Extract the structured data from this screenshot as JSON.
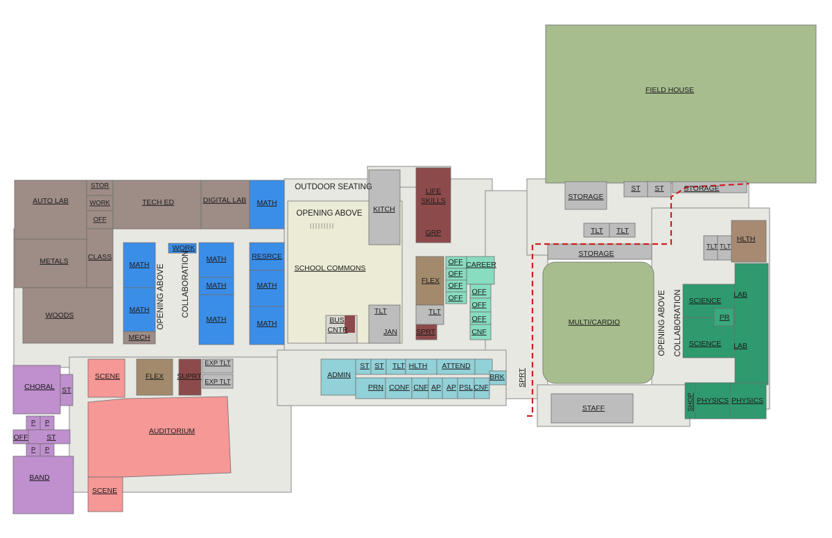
{
  "colors": {
    "corridor": "#e7e8e2",
    "commons": "#ecebd6",
    "tech_ed": "#9e8c86",
    "math": "#3b8ee8",
    "flex": "#a38a6c",
    "support": "#8d4a4a",
    "student_services": "#88dcc0",
    "admin": "#92d1d8",
    "arts": "#f59896",
    "music": "#bf8fce",
    "science": "#2f9a6e",
    "gym": "#a7bd8e",
    "storage": "#bdbdbd",
    "health": "#a88a72",
    "security_line": "#cc1d1d"
  },
  "labels": {
    "auto_lab": "AUTO LAB",
    "stor": "STOR",
    "work_tech": "WORK",
    "off_tech": "OFF",
    "tech_ed": "TECH ED",
    "digital_lab": "DIGITAL LAB",
    "math_top": "MATH",
    "outdoor_seating": "OUTDOOR SEATING",
    "kitch": "KITCH",
    "life_skills_1": "LIFE",
    "life_skills_2": "SKILLS",
    "grp": "GRP",
    "opening_above_commons": "OPENING ABOVE",
    "school_commons": "SCHOOL COMMONS",
    "metals": "METALS",
    "class": "CLASS",
    "woods": "WOODS",
    "math_1": "MATH",
    "math_2": "MATH",
    "mech": "MECH",
    "work_mid": "WORK",
    "opening_above_math": "OPENING ABOVE",
    "collaboration_left": "COLLABORATION",
    "math_3": "MATH",
    "math_4": "MATH",
    "math_5": "MATH",
    "resrce": "RESRCE",
    "math_6": "MATH",
    "math_7": "MATH",
    "bus_cntr_1": "BUS",
    "bus_cntr_2": "CNTR",
    "tlt_commons": "TLT",
    "jan": "JAN",
    "flex_mid": "FLEX",
    "tlt_flex": "TLT",
    "sprt_mid": "SPRT",
    "off_1": "OFF",
    "off_2": "OFF",
    "off_3": "OFF",
    "off_4": "OFF",
    "off_5": "OFF",
    "off_6": "OFF",
    "off_7": "OFF",
    "career": "CAREER",
    "cnf_career": "CNF",
    "admin": "ADMIN",
    "st_a1": "ST",
    "st_a2": "ST",
    "tlt_a": "TLT",
    "hlth_a": "HLTH",
    "attend": "ATTEND",
    "prn": "PRN",
    "conf": "CONF",
    "cnf_a1": "CNF",
    "ap_1": "AP",
    "ap_2": "AP",
    "psl": "PSL",
    "cnf_a2": "CNF",
    "brk": "BRK",
    "sprt_east": "SPRT",
    "choral": "CHORAL",
    "st_choral": "ST",
    "p1": "P",
    "p2": "P",
    "p3": "P",
    "p4": "P",
    "off_music": "OFF",
    "st_music": "ST",
    "band": "BAND",
    "scene_top": "SCENE",
    "flex_aud": "FLEX",
    "suprt": "SUPRT",
    "exp_tlt_1": "EXP TLT",
    "exp_tlt_2": "EXP TLT",
    "auditorium": "AUDITORIUM",
    "scene_bottom": "SCENE",
    "field_house": "FIELD HOUSE",
    "storage_fh": "STORAGE",
    "st_fh1": "ST",
    "st_fh2": "ST",
    "storage_red": "STORAGE",
    "tlt_gym1": "TLT",
    "tlt_gym2": "TLT",
    "storage_gym": "STORAGE",
    "tlt_e1": "TLT",
    "tlt_e2": "TLT",
    "hlth_e": "HLTH",
    "multi_cardio": "MULTI/CARDIO",
    "opening_above_east": "OPENING ABOVE",
    "collaboration_east": "COLLABORATION",
    "science_1": "SCIENCE",
    "science_2": "SCIENCE",
    "lab_1": "LAB",
    "lab_2": "LAB",
    "pr": "PR",
    "staff": "STAFF",
    "shop": "SHOP",
    "physics_1": "PHYSICS",
    "physics_2": "PHYSICS"
  }
}
